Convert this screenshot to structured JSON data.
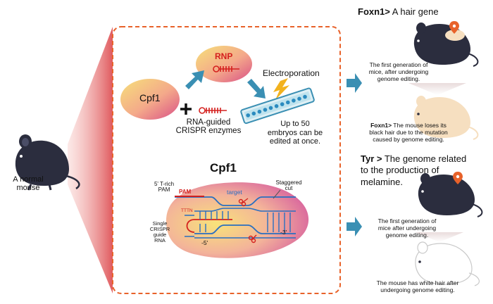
{
  "left": {
    "mouse_label_line1": "A normal",
    "mouse_label_line2": "mouse"
  },
  "ribbon": {
    "cpf1": "Cpf1",
    "rnp": "RNP",
    "plus": "+",
    "rna_line1": "RNA-guided",
    "rna_line2": "CRISPR enzymes",
    "electroporation": "Electroporation",
    "embryos_line1": "Up to 50",
    "embryos_line2": "embryos can be",
    "embryos_line3": "edited at once."
  },
  "detail": {
    "title": "Cpf1",
    "ttrich_line1": "5' T-rich",
    "ttrich_line2": "PAM",
    "staggered_line1": "Staggered",
    "staggered_line2": "cut",
    "pam": "PAM",
    "target": "target",
    "tttn": "TTTN",
    "five_prime": "-5'",
    "three_prime": "-3'",
    "guide_line1": "Single",
    "guide_line2": "CRISPR",
    "guide_line3": "guide",
    "guide_line4": "RNA"
  },
  "right": {
    "foxn1_bold": "Foxn1>",
    "foxn1_rest": " A hair gene",
    "foxn1_gen_line1": "The first generation of",
    "foxn1_gen_line2": "mice, after undergoing",
    "foxn1_gen_line3": "genome editing.",
    "foxn1_res_bold": "Foxn1>",
    "foxn1_res_line1": " The mouse loses its",
    "foxn1_res_line2": "black hair due to the mutation",
    "foxn1_res_line3": "caused by genome editing.",
    "tyr_bold": "Tyr >",
    "tyr_line1": " The genome related",
    "tyr_line2": "to the production of",
    "tyr_line3": "melamine.",
    "tyr_gen_line1": "The first generation of",
    "tyr_gen_line2": "mice after undergoing",
    "tyr_gen_line3": "genome editing.",
    "tyr_res_line1": "The mouse has white hair after",
    "tyr_res_line2": "undergoing genome editing."
  },
  "colors": {
    "frame": "#e8622a",
    "arrow": "#3a8fb3",
    "dark_mouse": "#2b2d3e",
    "pale_mouse": "#f6dfc0",
    "red_text": "#d4201e",
    "blue_dna": "#2a6fc0"
  }
}
